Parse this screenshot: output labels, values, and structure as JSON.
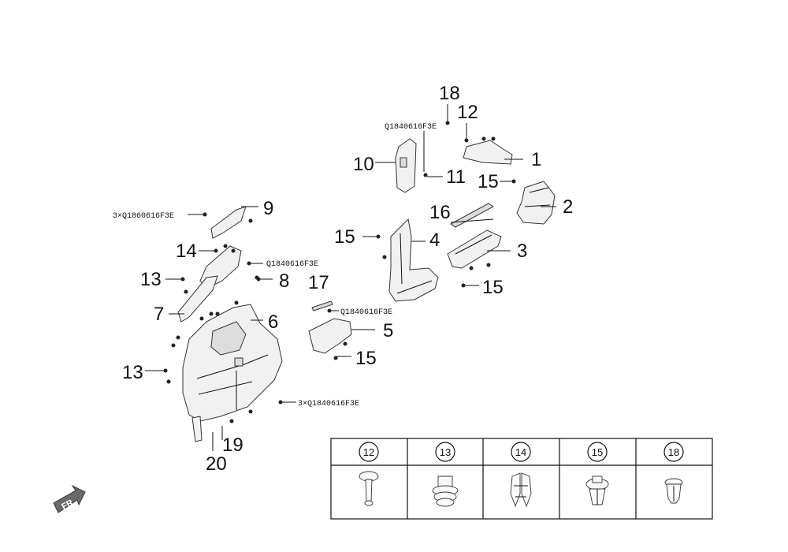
{
  "callouts": {
    "c1": "1",
    "c2": "2",
    "c3": "3",
    "c4": "4",
    "c5": "5",
    "c6": "6",
    "c7": "7",
    "c8": "8",
    "c9": "9",
    "c10": "10",
    "c11": "11",
    "c12": "12",
    "c13a": "13",
    "c13b": "13",
    "c14": "14",
    "c15a": "15",
    "c15b": "15",
    "c15c": "15",
    "c15d": "15",
    "c16": "16",
    "c17": "17",
    "c18": "18",
    "c19": "19",
    "c20": "20"
  },
  "codes": {
    "code_a": "Q1840616F3E",
    "code_b": "3×Q1860616F3E",
    "code_c": "Q1840616F3E",
    "code_d": "Q1840616F3E",
    "code_e": "3×Q1840616F3E"
  },
  "table": {
    "headers": [
      "12",
      "13",
      "14",
      "15",
      "18"
    ],
    "icons": [
      "push-pin-clip-icon",
      "fir-tree-clip-icon",
      "spring-clip-icon",
      "rivet-clip-icon",
      "snap-clip-icon"
    ]
  },
  "fr_badge": {
    "label": "FR"
  }
}
